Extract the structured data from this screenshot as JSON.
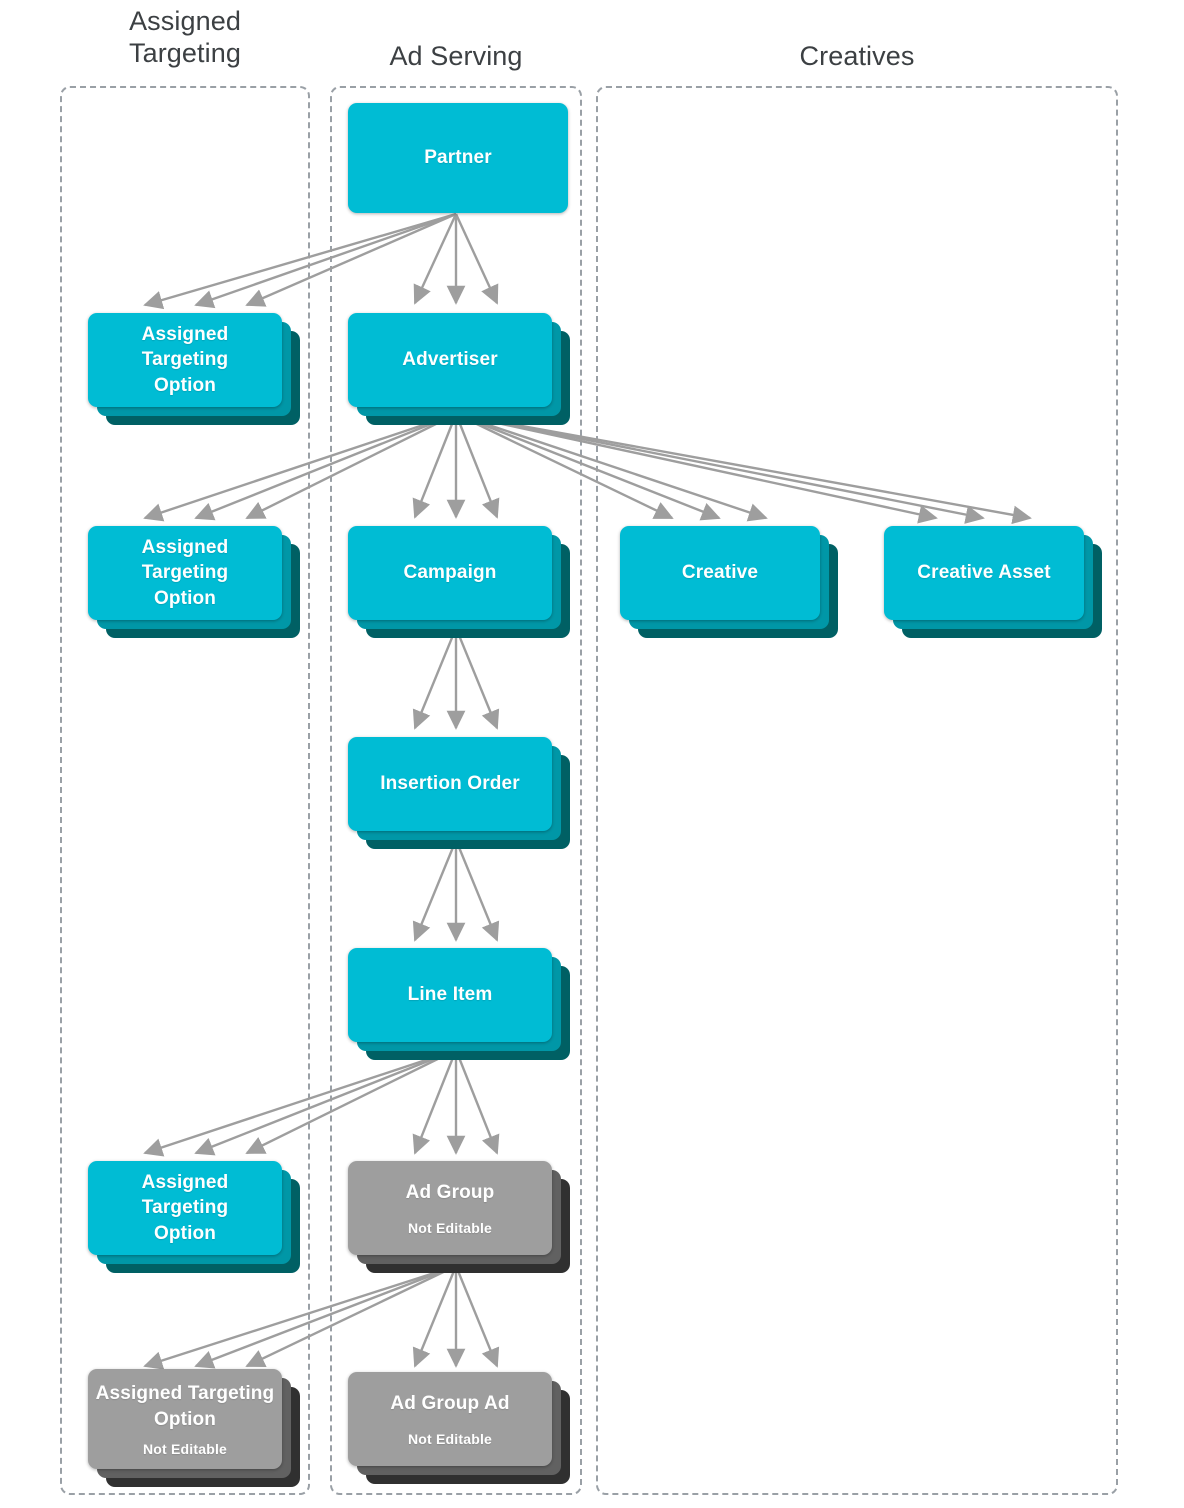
{
  "diagram": {
    "title_columns": [
      {
        "name": "assigned-targeting",
        "label": "Assigned\nTargeting",
        "line1": "Assigned",
        "line2": "Targeting"
      },
      {
        "name": "ad-serving",
        "label": "Ad Serving",
        "line1": "Ad Serving",
        "line2": ""
      },
      {
        "name": "creatives",
        "label": "Creatives",
        "line1": "Creatives",
        "line2": ""
      }
    ],
    "colors": {
      "node_front_teal": "#00bcd4",
      "node_mid_teal": "#0097a7",
      "node_back_teal": "#006064",
      "node_front_gray": "#9e9e9e",
      "node_mid_gray": "#616161",
      "node_back_gray": "#303030",
      "arrow": "#9e9e9e",
      "group_border": "#9aa0a6",
      "header_text": "#3c4043",
      "node_text": "#ffffff",
      "background": "#ffffff"
    },
    "not_editable_label": "Not Editable",
    "nodes": [
      {
        "name": "partner",
        "label": "Partner",
        "sub": "",
        "style": "teal",
        "stacked": false,
        "column": "ad-serving"
      },
      {
        "name": "assigned-targeting-option-1",
        "label": "Assigned Targeting Option",
        "sub": "",
        "style": "teal",
        "stacked": true,
        "column": "assigned-targeting"
      },
      {
        "name": "advertiser",
        "label": "Advertiser",
        "sub": "",
        "style": "teal",
        "stacked": true,
        "column": "ad-serving"
      },
      {
        "name": "assigned-targeting-option-2",
        "label": "Assigned Targeting Option",
        "sub": "",
        "style": "teal",
        "stacked": true,
        "column": "assigned-targeting"
      },
      {
        "name": "campaign",
        "label": "Campaign",
        "sub": "",
        "style": "teal",
        "stacked": true,
        "column": "ad-serving"
      },
      {
        "name": "creative",
        "label": "Creative",
        "sub": "",
        "style": "teal",
        "stacked": true,
        "column": "creatives"
      },
      {
        "name": "creative-asset",
        "label": "Creative Asset",
        "sub": "",
        "style": "teal",
        "stacked": true,
        "column": "creatives"
      },
      {
        "name": "insertion-order",
        "label": "Insertion Order",
        "sub": "",
        "style": "teal",
        "stacked": true,
        "column": "ad-serving"
      },
      {
        "name": "line-item",
        "label": "Line Item",
        "sub": "",
        "style": "teal",
        "stacked": true,
        "column": "ad-serving"
      },
      {
        "name": "assigned-targeting-option-3",
        "label": "Assigned Targeting Option",
        "sub": "",
        "style": "teal",
        "stacked": true,
        "column": "assigned-targeting"
      },
      {
        "name": "ad-group",
        "label": "Ad Group",
        "sub": "Not Editable",
        "style": "gray",
        "stacked": true,
        "column": "ad-serving"
      },
      {
        "name": "assigned-targeting-option-4",
        "label": "Assigned Targeting Option",
        "sub": "Not Editable",
        "style": "gray",
        "stacked": true,
        "column": "assigned-targeting"
      },
      {
        "name": "ad-group-ad",
        "label": "Ad Group Ad",
        "sub": "Not Editable",
        "style": "gray",
        "stacked": true,
        "column": "ad-serving"
      }
    ],
    "edges": [
      {
        "from": "partner",
        "to": "assigned-targeting-option-1",
        "multiplicity": 3
      },
      {
        "from": "partner",
        "to": "advertiser",
        "multiplicity": 3
      },
      {
        "from": "advertiser",
        "to": "assigned-targeting-option-2",
        "multiplicity": 3
      },
      {
        "from": "advertiser",
        "to": "campaign",
        "multiplicity": 3
      },
      {
        "from": "advertiser",
        "to": "creative",
        "multiplicity": 3
      },
      {
        "from": "advertiser",
        "to": "creative-asset",
        "multiplicity": 3
      },
      {
        "from": "campaign",
        "to": "insertion-order",
        "multiplicity": 3
      },
      {
        "from": "insertion-order",
        "to": "line-item",
        "multiplicity": 3
      },
      {
        "from": "line-item",
        "to": "assigned-targeting-option-3",
        "multiplicity": 3
      },
      {
        "from": "line-item",
        "to": "ad-group",
        "multiplicity": 3
      },
      {
        "from": "ad-group",
        "to": "assigned-targeting-option-4",
        "multiplicity": 3
      },
      {
        "from": "ad-group",
        "to": "ad-group-ad",
        "multiplicity": 3
      }
    ]
  }
}
